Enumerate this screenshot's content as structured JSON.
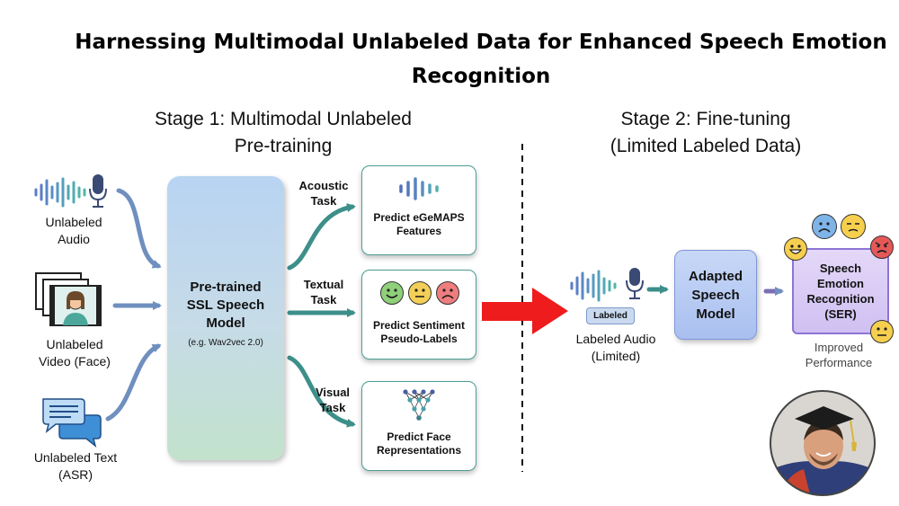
{
  "title": "Harnessing Multimodal Unlabeled Data for Enhanced Speech Emotion Recognition",
  "stage1": {
    "heading_line1": "Stage 1: Multimodal Unlabeled",
    "heading_line2": "Pre-training"
  },
  "stage2": {
    "heading_line1": "Stage 2: Fine-tuning",
    "heading_line2": "(Limited Labeled Data)"
  },
  "inputs": {
    "audio": {
      "line1": "Unlabeled",
      "line2": "Audio"
    },
    "video": {
      "line1": "Unlabeled",
      "line2": "Video (Face)"
    },
    "text": {
      "line1": "Unlabeled Text",
      "line2": "(ASR)"
    }
  },
  "ssl_model": {
    "line1": "Pre-trained",
    "line2": "SSL Speech",
    "line3": "Model",
    "note": "(e.g. Wav2vec 2.0)"
  },
  "tasks": {
    "acoustic": {
      "label_line1": "Acoustic",
      "label_line2": "Task",
      "box_line1": "Predict eGeMAPS",
      "box_line2": "Features"
    },
    "textual": {
      "label_line1": "Textual",
      "label_line2": "Task",
      "box_line1": "Predict Sentiment",
      "box_line2": "Pseudo-Labels"
    },
    "visual": {
      "label_line1": "Visual",
      "label_line2": "Task",
      "box_line1": "Predict Face",
      "box_line2": "Representations"
    }
  },
  "finetune": {
    "badge": "Labeled",
    "audio_line1": "Labeled Audio",
    "audio_line2": "(Limited)",
    "adapted_line1": "Adapted",
    "adapted_line2": "Speech",
    "adapted_line3": "Model",
    "ser_line1": "Speech",
    "ser_line2": "Emotion",
    "ser_line3": "Recognition",
    "ser_line4": "(SER)",
    "result_line1": "Improved",
    "result_line2": "Performance"
  },
  "colors": {
    "transfer_arrow": "#ee1c1c",
    "teal_arrow": "#3d8f8a",
    "input_arrow": "#6f8fbf",
    "task_border": "#4d9e95"
  },
  "icons": [
    "waveform-icon",
    "microphone-icon",
    "video-frames-icon",
    "chat-bubbles-icon",
    "neural-network-icon",
    "happy-face-icon",
    "neutral-face-icon",
    "sad-face-icon",
    "angry-face-icon",
    "presenter-photo"
  ]
}
